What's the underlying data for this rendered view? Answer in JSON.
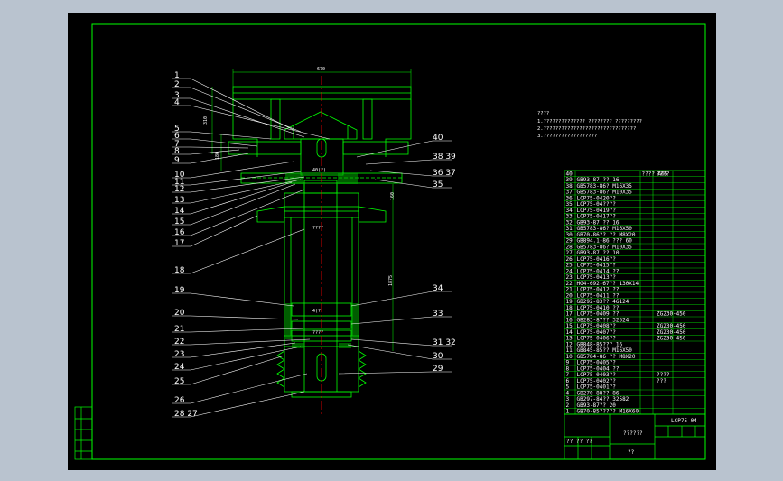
{
  "drawing": {
    "left_labels": [
      "1",
      "2",
      "3",
      "4",
      "5",
      "6",
      "7",
      "8",
      "9",
      "10",
      "11",
      "12",
      "13",
      "14",
      "15",
      "16",
      "17",
      "18",
      "19",
      "20",
      "21",
      "22",
      "23",
      "24",
      "25",
      "26",
      "28 27"
    ],
    "right_labels": [
      "40",
      "38 39",
      "36 37",
      "35",
      "34",
      "33",
      "31 32",
      "30",
      "29"
    ],
    "dimensions": [
      "670",
      "310",
      "180",
      "160",
      "1875"
    ],
    "section_marks": [
      "40(?)",
      "????",
      "4(?)",
      "????"
    ]
  },
  "notes": {
    "title": "????",
    "lines": [
      "1.?????????????? ???????? ?????????",
      "2.???????????????????????????????",
      "3.??????????????????"
    ]
  },
  "bom": {
    "rows": [
      [
        "40",
        "",
        "???? A05",
        "????"
      ],
      [
        "39",
        "GB93-87 ?? 16",
        ""
      ],
      [
        "38",
        "GB5783-86? M16X35",
        ""
      ],
      [
        "37",
        "GB5783-86? M10X35",
        ""
      ],
      [
        "36",
        "LCP75-0420??",
        ""
      ],
      [
        "35",
        "LCP75-04????",
        ""
      ],
      [
        "34",
        "LCP75-0419??",
        ""
      ],
      [
        "33",
        "LCP75-0417??",
        ""
      ],
      [
        "32",
        "GB93-87 ?? 16",
        ""
      ],
      [
        "31",
        "GB5783-86? M16X50",
        ""
      ],
      [
        "30",
        "GB70-86?? ?? M8X20",
        ""
      ],
      [
        "29",
        "GB894.1-86 ??? 60",
        ""
      ],
      [
        "28",
        "GB5783-86? M10X35",
        ""
      ],
      [
        "27",
        "GB93-87 ?? 10",
        ""
      ],
      [
        "26",
        "LCP75-0416??",
        ""
      ],
      [
        "25",
        "LCP75-0415??",
        ""
      ],
      [
        "24",
        "LCP75-0414 ??",
        ""
      ],
      [
        "23",
        "LCP75-0413??",
        ""
      ],
      [
        "22",
        "HG4-692-67?? 130X14",
        ""
      ],
      [
        "21",
        "LCP75-0412 ??",
        ""
      ],
      [
        "20",
        "LCP75-0411 ??",
        ""
      ],
      [
        "19",
        "GB292-83?? 46124",
        ""
      ],
      [
        "18",
        "LCP75-0410 ??",
        ""
      ],
      [
        "17",
        "LCP75-0409 ??",
        "",
        "ZG230-450"
      ],
      [
        "16",
        "GB283-87?? 32524",
        ""
      ],
      [
        "15",
        "LCP75-0408??",
        "",
        "ZG230-450"
      ],
      [
        "14",
        "LCP75-0407??",
        "",
        "ZG230-450"
      ],
      [
        "13",
        "LCP75-0406??",
        "",
        "ZG230-450"
      ],
      [
        "12",
        "GB848-85??? 16",
        ""
      ],
      [
        "11",
        "GB845-85?? M16X50",
        ""
      ],
      [
        "10",
        "GB5784-86 ?? M8X20",
        ""
      ],
      [
        "9",
        "LCP75-0405??",
        ""
      ],
      [
        "8",
        "LCP75-0404 ??",
        ""
      ],
      [
        "7",
        "LCP75-0403??",
        "",
        "????"
      ],
      [
        "6",
        "LCP75-0402??",
        "",
        "???"
      ],
      [
        "5",
        "LCP75-0401??",
        ""
      ],
      [
        "4",
        "GB270-88?? 86",
        ""
      ],
      [
        "3",
        "GB297-84?? 32582",
        ""
      ],
      [
        "2",
        "GB93-87?? 20",
        ""
      ],
      [
        "1",
        "GB70-85????? M16X60",
        ""
      ]
    ],
    "drawing_no": "LCP75-04",
    "title_name": "??????",
    "stamp": "??",
    "sheet_info": "?? ?? ??"
  },
  "colors": {
    "frame": "#00ff00",
    "line": "#00ff00",
    "centerline": "#ff0000",
    "leader": "#ffffff",
    "text": "#ffffff",
    "background": "#000000",
    "outer": "#b9c3cf"
  }
}
